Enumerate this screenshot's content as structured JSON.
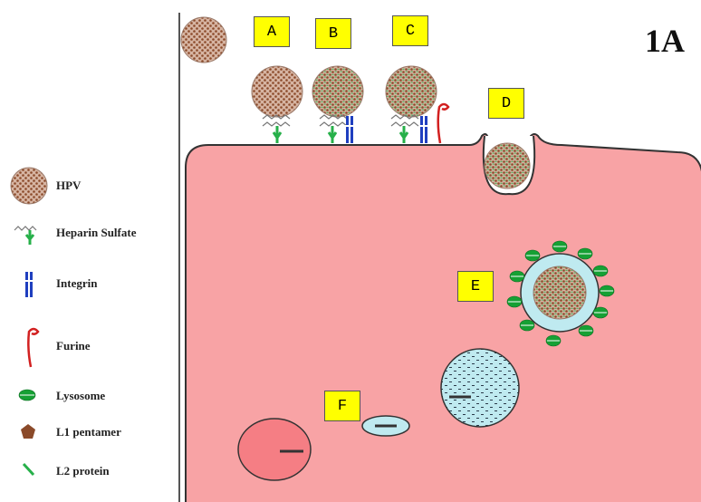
{
  "figure_label": "1A",
  "legend": {
    "hpv": "HPV",
    "heparin": "Heparin Sulfate",
    "integrin": "Integrin",
    "furine": "Furine",
    "lysosome": "Lysosome",
    "l1": "L1 pentamer",
    "l2": "L2 protein"
  },
  "stages": {
    "a": "A",
    "b": "B",
    "c": "C",
    "d": "D",
    "e": "E",
    "f": "F"
  },
  "colors": {
    "cell": "#f8a3a5",
    "cell_border": "#333333",
    "hpv_capsid": "#c79a84",
    "l1": "#8b4a2a",
    "l2": "#27b04a",
    "integrin": "#1f3fbf",
    "furine": "#d22020",
    "lysosome": "#16a034",
    "endosome": "#bfeaf0",
    "stage_box": "#ffff00"
  }
}
